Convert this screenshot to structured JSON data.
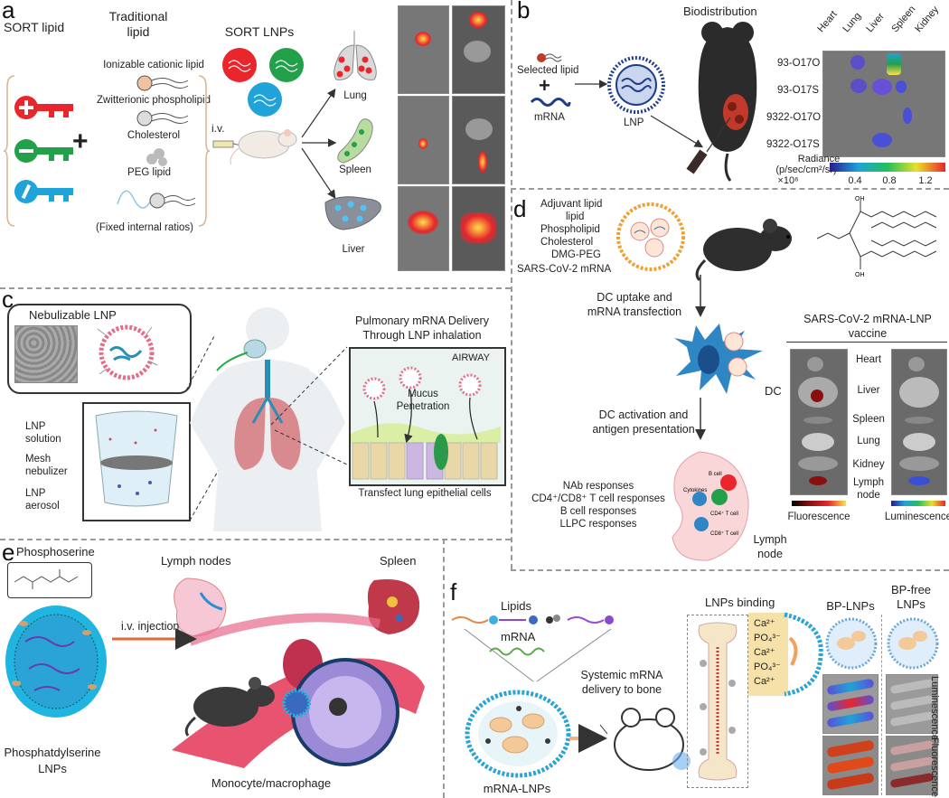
{
  "panels": {
    "a": {
      "letter": "a",
      "sort_lipid": "SORT lipid",
      "traditional_lipid": "Traditional\nlipid",
      "traditional_lipid_l1": "Traditional",
      "traditional_lipid_l2": "lipid",
      "sort_lnps": "SORT LNPs",
      "ionizable": "Ionizable cationic lipid",
      "zwitterionic": "Zwitterionic phospholipid",
      "cholesterol": "Cholesterol",
      "peg": "PEG lipid",
      "fixed": "(Fixed internal ratios)",
      "iv": "i.v.",
      "organs": [
        "Lung",
        "Spleen",
        "Liver"
      ]
    },
    "b": {
      "letter": "b",
      "title": "Biodistribution",
      "selected_lipid": "Selected lipid",
      "mrna": "mRNA",
      "lnp": "LNP",
      "columns": [
        "Heart",
        "Lung",
        "Liver",
        "Spleen",
        "Kidney"
      ],
      "rows": [
        "93-O17O",
        "93-O17S",
        "9322-O17O",
        "9322-O17S"
      ],
      "radiance_l1": "Radiance",
      "radiance_l2": "(p/sec/cm²/sr)",
      "radiance_l3": "×10⁶",
      "ticks": [
        "0.4",
        "0.8",
        "1.2"
      ]
    },
    "c": {
      "letter": "c",
      "nebulizable": "Nebulizable LNP",
      "lnp_solution_l1": "LNP",
      "lnp_solution_l2": "solution",
      "mesh_l1": "Mesh",
      "mesh_l2": "nebulizer",
      "aerosol_l1": "LNP",
      "aerosol_l2": "aerosol",
      "title_l1": "Pulmonary mRNA Delivery",
      "title_l2": "Through LNP inhalation",
      "airway": "AIRWAY",
      "mucus_l1": "Mucus",
      "mucus_l2": "Penetration",
      "transfect": "Transfect lung epithelial cells"
    },
    "d": {
      "letter": "d",
      "components": [
        "Adjuvant lipid",
        "lipid",
        "Phospholipid",
        "Cholesterol",
        "DMG-PEG",
        "SARS-CoV-2 mRNA"
      ],
      "dc_uptake_l1": "DC uptake and",
      "dc_uptake_l2": "mRNA transfection",
      "dc": "DC",
      "dc_activation_l1": "DC activation and",
      "dc_activation_l2": "antigen presentation",
      "responses": [
        "NAb responses",
        "CD4⁺/CD8⁺ T cell responses",
        "B cell responses",
        "LLPC responses"
      ],
      "lymph_node_l1": "Lymph",
      "lymph_node_l2": "node",
      "vaccine_l1": "SARS-CoV-2 mRNA-LNP",
      "vaccine_l2": "vaccine",
      "organs": [
        "Heart",
        "Liver",
        "Spleen",
        "Lung",
        "Kidney",
        "Lymph"
      ],
      "organ_node": "node",
      "fluorescence": "Fluorescence",
      "luminescence": "Luminescence",
      "cell_labels": [
        "B cell",
        "Cytokines",
        "CD4⁺ T cell",
        "CD8⁺ T cell"
      ]
    },
    "e": {
      "letter": "e",
      "phosphoserine": "Phosphoserine",
      "lymph_nodes": "Lymph nodes",
      "spleen": "Spleen",
      "iv_injection": "i.v. injection",
      "ps_lnps_l1": "Phosphatdylserine",
      "ps_lnps_l2": "LNPs",
      "monocyte": "Monocyte/macrophage"
    },
    "f": {
      "letter": "f",
      "lipids": "Lipids",
      "mrna": "mRNA",
      "systemic_l1": "Systemic mRNA",
      "systemic_l2": "delivery to bone",
      "lnps_binding": "LNPs binding",
      "ions": [
        "Ca²⁺",
        "PO₄³⁻",
        "Ca²⁺",
        "PO₄³⁻",
        "Ca²⁺"
      ],
      "bp_lnps": "BP-LNPs",
      "bp_free_l1": "BP-free",
      "bp_free_l2": "LNPs",
      "luminescence": "Luminescence",
      "fluorescence": "Fluorescence",
      "mrna_lnps": "mRNA-LNPs"
    }
  },
  "colors": {
    "red": "#e8262b",
    "green": "#22a04a",
    "blue": "#1fa3d8",
    "dash": "#9a9a9a",
    "lung_pink": "#d98a8f"
  }
}
